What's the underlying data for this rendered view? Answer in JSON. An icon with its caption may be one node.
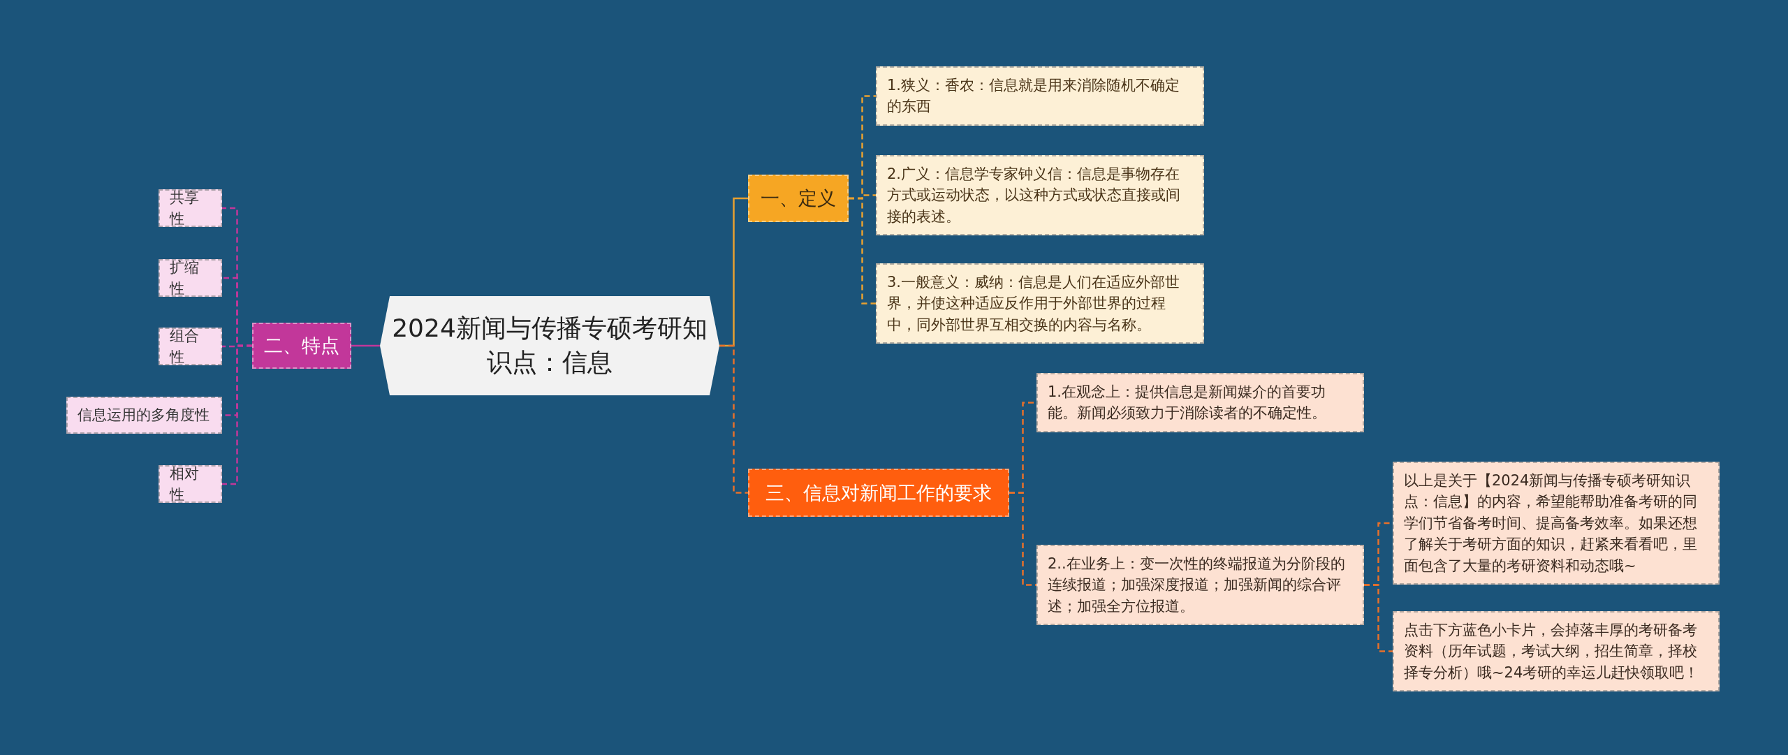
{
  "diagram": {
    "nodes": [
      {
        "text": [
          "2024新闻与传播专硕考研知识点：信息"
        ]
      },
      {
        "text": [
          "一、定义"
        ]
      },
      {
        "text": [
          "1.狭义：香农：信息就是用来消除随机不确定的东西"
        ]
      },
      {
        "text": [
          "2.广义：信息学专家钟义信：信息是事物存在方式或运动状态，以这种方式或状态直接或间接的表述。"
        ]
      },
      {
        "text": [
          "3.一般意义：威纳：信息是人们在适应外部世界，并使这种适应反作用于外部世界的过程中，同外部世界互相交换的内容与名称。"
        ]
      },
      {
        "text": [
          "二、特点"
        ]
      },
      {
        "text": [
          "共享性"
        ]
      },
      {
        "text": [
          "扩缩性"
        ]
      },
      {
        "text": [
          "组合性"
        ]
      },
      {
        "text": [
          "信息运用的多角度性"
        ]
      },
      {
        "text": [
          "相对性"
        ]
      },
      {
        "text": [
          "三、信息对新闻工作的要求"
        ]
      },
      {
        "text": [
          "1.在观念上：提供信息是新闻媒介的首要功能。新闻必须致力于消除读者的不确定性。"
        ]
      },
      {
        "text": [
          "2..在业务上：变一次性的终端报道为分阶段的连续报道；加强深度报道；加强新闻的综合评述；加强全方位报道。"
        ]
      },
      {
        "text": [
          "以上是关于【2024新闻与传播专硕考研知识点：信息】的内容，希望能帮助准备考研的同学们节省备考时间、提高备考效率。如果还想了解关于考研方面的知识，赶紧来看看吧，里面包含了大量的考研资料和动态哦~"
        ]
      },
      {
        "text": [
          "点击下方蓝色小卡片，会掉落丰厚的考研备考资料（历年试题，考试大纲，招生简章，择校择专分析）哦~24考研的幸运儿赶快领取吧！"
        ]
      }
    ],
    "edges": [
      {
        "from": 0,
        "to": 1,
        "arrow": "none",
        "color": "#e8a030"
      },
      {
        "from": 1,
        "to": 2,
        "arrow": "none",
        "style": "dashed",
        "color": "#e8a030"
      },
      {
        "from": 1,
        "to": 3,
        "arrow": "none",
        "style": "dashed",
        "color": "#e8a030"
      },
      {
        "from": 1,
        "to": 4,
        "arrow": "none",
        "style": "dashed",
        "color": "#e8a030"
      },
      {
        "from": 0,
        "to": 5,
        "arrow": "none",
        "color": "#c2379a"
      },
      {
        "from": 5,
        "to": 6,
        "arrow": "none",
        "style": "dashed",
        "color": "#c2379a"
      },
      {
        "from": 5,
        "to": 7,
        "arrow": "none",
        "style": "dashed",
        "color": "#c2379a"
      },
      {
        "from": 5,
        "to": 8,
        "arrow": "none",
        "style": "dashed",
        "color": "#c2379a"
      },
      {
        "from": 5,
        "to": 9,
        "arrow": "none",
        "style": "dashed",
        "color": "#c2379a"
      },
      {
        "from": 5,
        "to": 10,
        "arrow": "none",
        "style": "dashed",
        "color": "#c2379a"
      },
      {
        "from": 0,
        "to": 11,
        "arrow": "none",
        "style": "dashed",
        "color": "#e8702a"
      },
      {
        "from": 11,
        "to": 12,
        "arrow": "none",
        "style": "dashed",
        "color": "#e8702a"
      },
      {
        "from": 11,
        "to": 13,
        "arrow": "none",
        "style": "dashed",
        "color": "#e8702a"
      },
      {
        "from": 13,
        "to": 14,
        "arrow": "none",
        "style": "dashed",
        "color": "#e8702a"
      },
      {
        "from": 13,
        "to": 15,
        "arrow": "none",
        "style": "dashed",
        "color": "#e8702a"
      }
    ]
  }
}
